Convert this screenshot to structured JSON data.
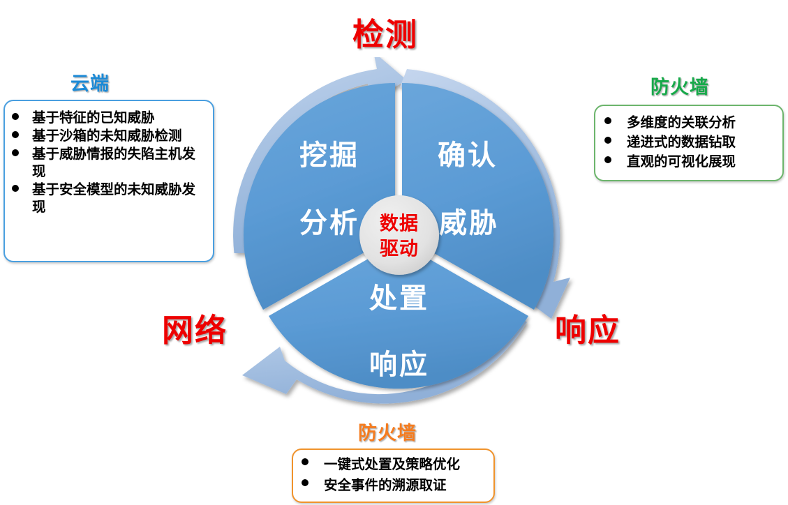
{
  "wheel": {
    "center_text": {
      "line1": "数据",
      "line2": "驱动",
      "color": "#ee0000"
    },
    "segments": [
      {
        "id": "upper-left",
        "label_top": "挖掘",
        "label_bottom": "分析"
      },
      {
        "id": "upper-right",
        "label_top": "确认",
        "label_bottom": "威胁"
      },
      {
        "id": "bottom",
        "label_top": "处置",
        "label_bottom": "响应"
      }
    ],
    "segment_color": "#5b9bd5",
    "ring_color": "#a9c3e3"
  },
  "stage_labels": [
    {
      "id": "detect",
      "text": "检测",
      "color": "#ee0000"
    },
    {
      "id": "network",
      "text": "网络",
      "color": "#ee0000"
    },
    {
      "id": "response",
      "text": "响应",
      "color": "#ee0000"
    }
  ],
  "callouts": {
    "cloud": {
      "title": "云端",
      "title_color": "#1c8ad6",
      "border_color": "#4a9fe0",
      "items": [
        "基于特征的已知威胁",
        "基于沙箱的未知威胁检测",
        "基于威胁情报的失陷主机发现",
        "基于安全模型的未知威胁发现"
      ]
    },
    "firewall_right": {
      "title": "防火墙",
      "title_color": "#17a94a",
      "border_color": "#6cb56c",
      "items": [
        "多维度的关联分析",
        "递进式的数据钻取",
        "直观的可视化展现"
      ]
    },
    "firewall_bottom": {
      "title": "防火墙",
      "title_color": "#f57c1f",
      "border_color": "#f0932c",
      "items": [
        "一键式处置及策略优化",
        "安全事件的溯源取证"
      ]
    }
  }
}
